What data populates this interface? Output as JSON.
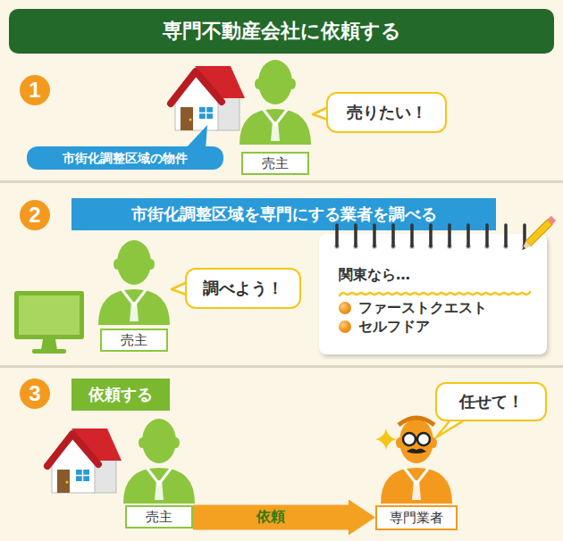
{
  "diagram": {
    "title": "専門不動産会社に依頼する",
    "nodes": [
      {
        "text": [
          "1"
        ]
      },
      {
        "text": [
          "市街化調整区域の物件"
        ]
      },
      {
        "text": [
          "売主"
        ]
      },
      {
        "text": [
          "売りたい！"
        ]
      },
      {
        "text": [
          "2"
        ]
      },
      {
        "text": [
          "市街化調整区域を専門にする業者を調べる"
        ]
      },
      {
        "text": [
          "売主"
        ]
      },
      {
        "text": [
          "調べよう！"
        ]
      },
      {
        "text": [
          "関東なら…",
          "ファーストクエスト",
          "セルフドア"
        ]
      },
      {
        "text": [
          "3"
        ]
      },
      {
        "text": [
          "依頼する"
        ]
      },
      {
        "text": [
          "売主"
        ]
      },
      {
        "text": [
          "専門業者"
        ]
      },
      {
        "text": [
          "任せて！"
        ]
      }
    ],
    "edges": [
      {
        "from": 11,
        "to": 12,
        "arrow": "to",
        "label": "依頼"
      }
    ]
  }
}
